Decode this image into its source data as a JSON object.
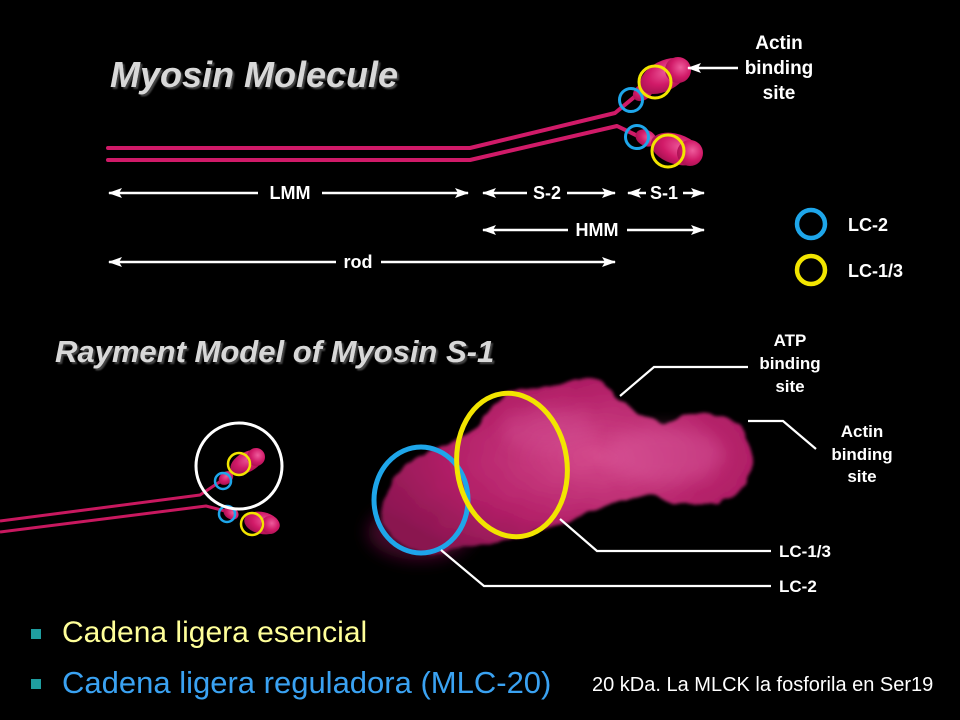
{
  "top_diagram": {
    "title": "Myosin Molecule",
    "actin_binding_label": [
      "Actin",
      "binding",
      "site"
    ],
    "segments": {
      "lmm": "LMM",
      "s2": "S-2",
      "s1": "S-1",
      "hmm": "HMM",
      "rod": "rod"
    },
    "legend": {
      "lc2": {
        "label": "LC-2",
        "color": "#1ea6ea"
      },
      "lc13": {
        "label": "LC-1/3",
        "color": "#f2e500"
      }
    }
  },
  "s1_model": {
    "title": "Rayment Model of Myosin S-1",
    "atp_binding_label": [
      "ATP",
      "binding",
      "site"
    ],
    "actin_binding_label": [
      "Actin",
      "binding",
      "site"
    ],
    "lc13_label": "LC-1/3",
    "lc2_label": "LC-2"
  },
  "bullets": [
    {
      "text": "Cadena ligera esencial",
      "color": "#ffff99"
    },
    {
      "text": "Cadena ligera reguladora (MLC-20)",
      "color": "#3aa2f2",
      "note": "20 kDa. La MLCK la fosforila en Ser19"
    }
  ],
  "colors": {
    "background": "#000000",
    "myosin": "#d01a68",
    "bullet_marker": "#1f9ea0",
    "note_text": "#ffffff"
  }
}
